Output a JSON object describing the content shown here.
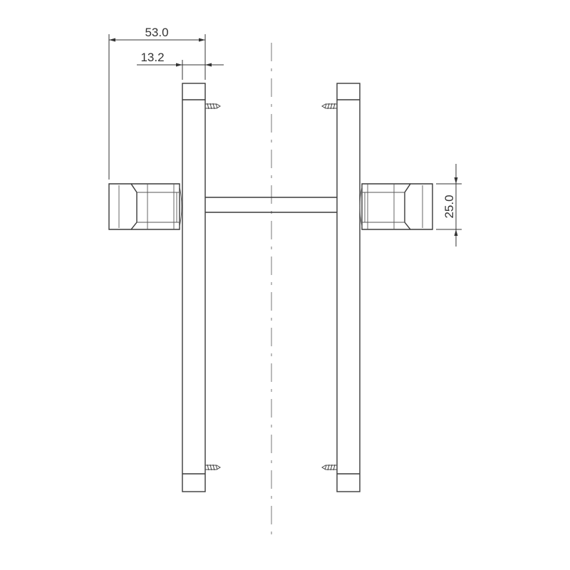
{
  "drawing": {
    "dimensions": {
      "overall_width": "53.0",
      "plate_width": "13.2",
      "rose_height": "25.0"
    }
  }
}
